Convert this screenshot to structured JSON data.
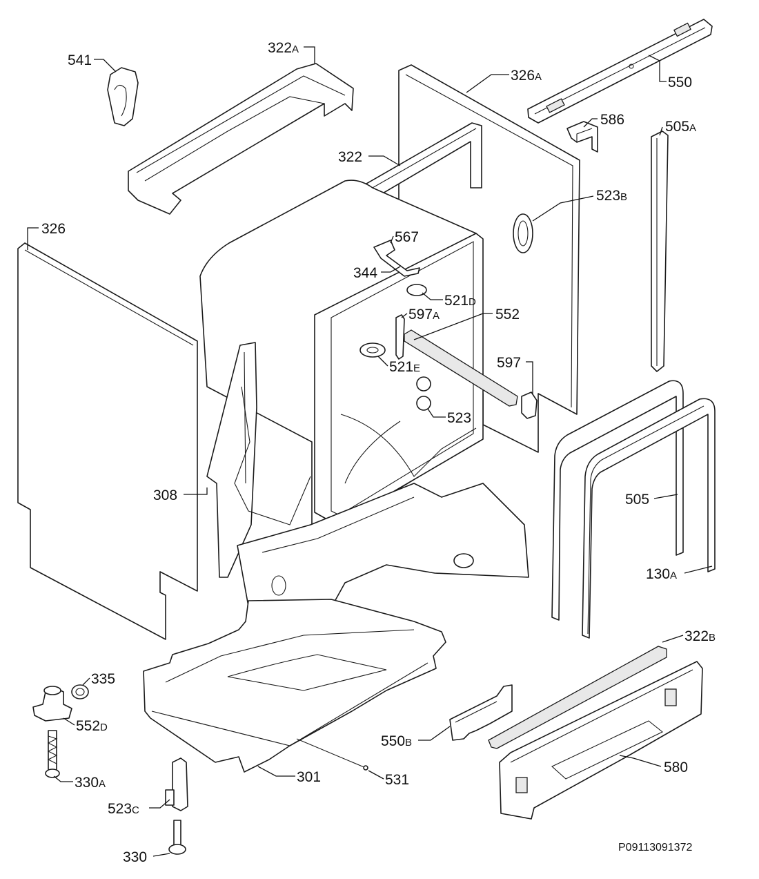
{
  "reference_code": "P09113091372",
  "parts": {
    "p541": {
      "num": "541",
      "suffix": ""
    },
    "p322A": {
      "num": "322",
      "suffix": "A"
    },
    "p326A": {
      "num": "326",
      "suffix": "A"
    },
    "p550": {
      "num": "550",
      "suffix": ""
    },
    "p586": {
      "num": "586",
      "suffix": ""
    },
    "p505A": {
      "num": "505",
      "suffix": "A"
    },
    "p322": {
      "num": "322",
      "suffix": ""
    },
    "p523B": {
      "num": "523",
      "suffix": "B"
    },
    "p326": {
      "num": "326",
      "suffix": ""
    },
    "p567": {
      "num": "567",
      "suffix": ""
    },
    "p344": {
      "num": "344",
      "suffix": ""
    },
    "p521D": {
      "num": "521",
      "suffix": "D"
    },
    "p597A": {
      "num": "597",
      "suffix": "A"
    },
    "p552": {
      "num": "552",
      "suffix": ""
    },
    "p521E": {
      "num": "521",
      "suffix": "E"
    },
    "p597": {
      "num": "597",
      "suffix": ""
    },
    "p523": {
      "num": "523",
      "suffix": ""
    },
    "p308": {
      "num": "308",
      "suffix": ""
    },
    "p505": {
      "num": "505",
      "suffix": ""
    },
    "p130A": {
      "num": "130",
      "suffix": "A"
    },
    "p322B": {
      "num": "322",
      "suffix": "B"
    },
    "p335": {
      "num": "335",
      "suffix": ""
    },
    "p552D": {
      "num": "552",
      "suffix": "D"
    },
    "p550B": {
      "num": "550",
      "suffix": "B"
    },
    "p580": {
      "num": "580",
      "suffix": ""
    },
    "p330A": {
      "num": "330",
      "suffix": "A"
    },
    "p301": {
      "num": "301",
      "suffix": ""
    },
    "p531": {
      "num": "531",
      "suffix": ""
    },
    "p523C": {
      "num": "523",
      "suffix": "C"
    },
    "p330": {
      "num": "330",
      "suffix": ""
    }
  }
}
